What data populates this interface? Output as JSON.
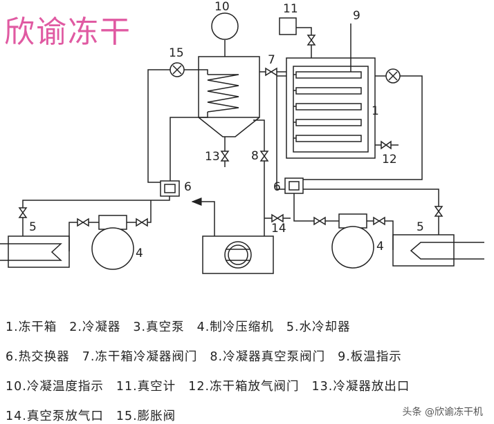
{
  "brand": "欣谕冻干",
  "diagram": {
    "callouts": {
      "c1": "1",
      "c4a": "4",
      "c4b": "4",
      "c5a": "5",
      "c5b": "5",
      "c6a": "6",
      "c6b": "6",
      "c7": "7",
      "c8": "8",
      "c9": "9",
      "c10": "10",
      "c11": "11",
      "c12": "12",
      "c13": "13",
      "c14": "14",
      "c15": "15"
    }
  },
  "legend": {
    "rows": [
      [
        "1.冻干箱",
        "2.冷凝器",
        "3.真空泵",
        "4.制冷压缩机",
        "5.水冷却器"
      ],
      [
        "6.热交换器",
        "7.冻干箱冷凝器阀门",
        "8.冷凝器真空泵阀门",
        "9.板温指示"
      ],
      [
        "10.冷凝温度指示",
        "11.真空计",
        "12.冻干箱放气阀门",
        "13.冷凝器放出口"
      ],
      [
        "14.真空泵放气口",
        "15.膨胀阀"
      ]
    ]
  },
  "watermark": "头条 @欣谕冻干机"
}
